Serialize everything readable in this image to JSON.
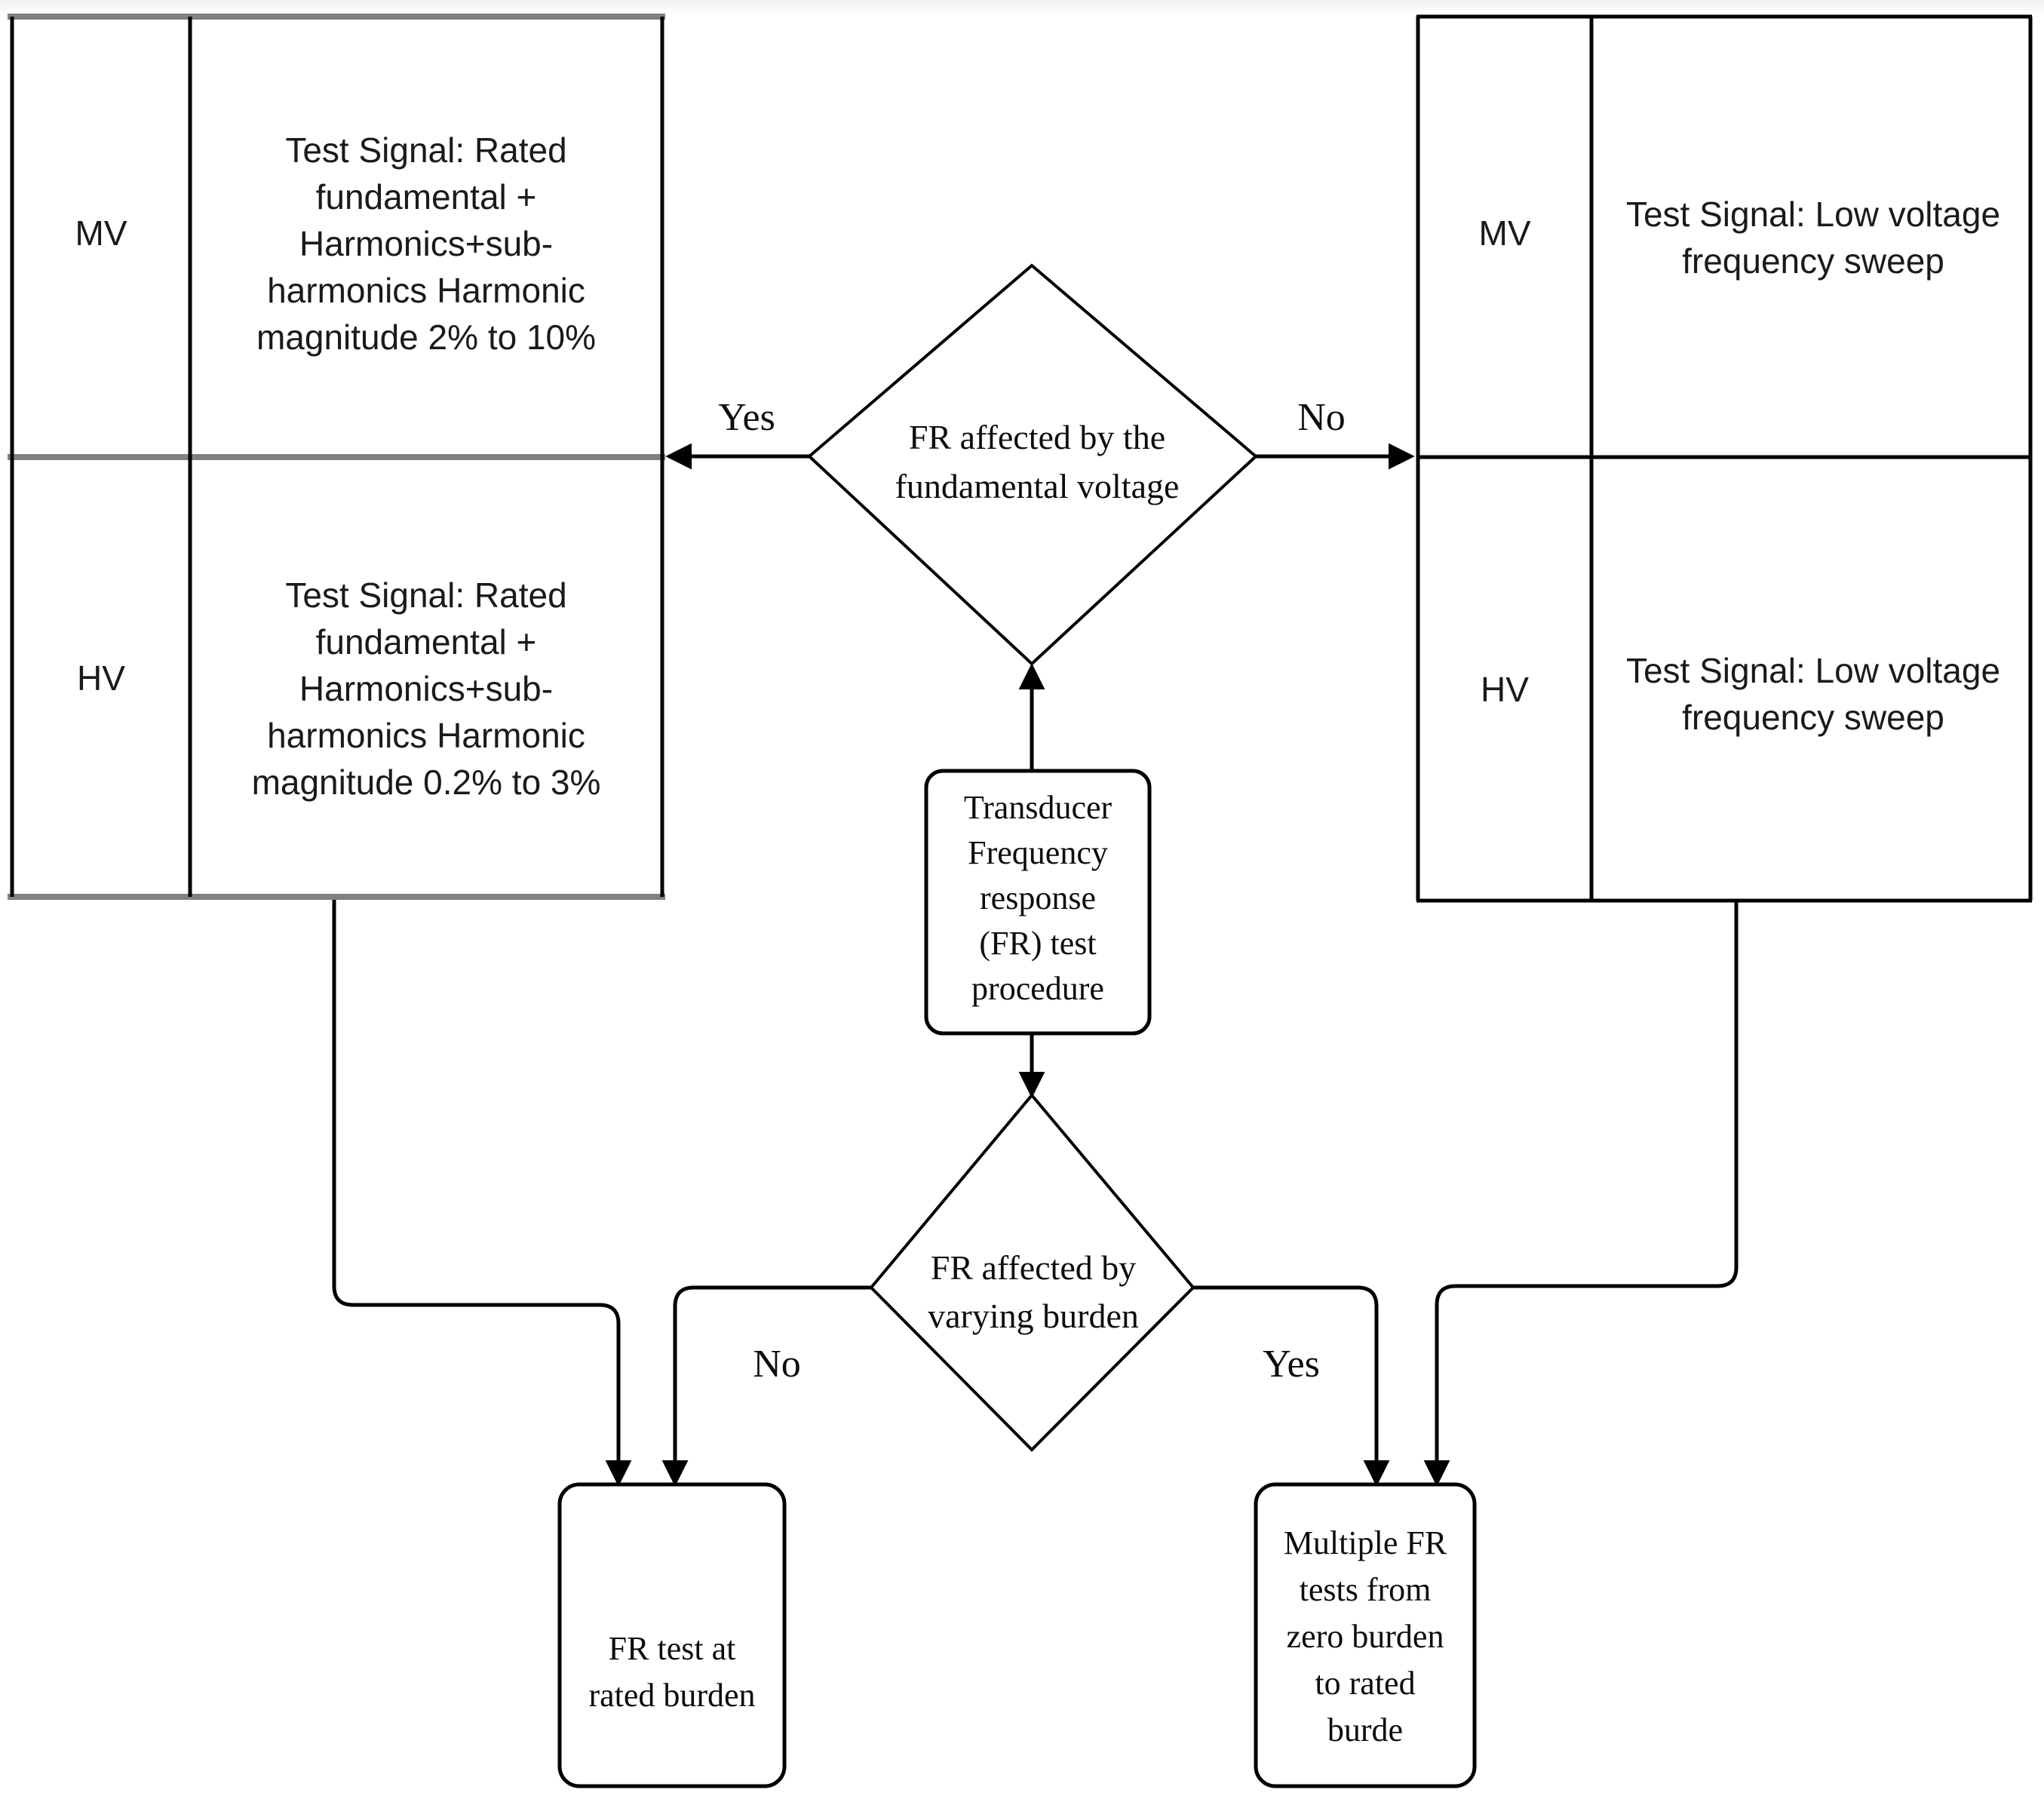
{
  "diagram": {
    "title": "Transducer Frequency response (FR) test procedure",
    "type": "flowchart",
    "colors": {
      "stroke": "#000000",
      "table_grid_gray": "#808080",
      "background": "#ffffff",
      "text": "#0d0d0d"
    }
  },
  "left_table": {
    "rows": [
      {
        "label": "MV",
        "lines": [
          "Test Signal: Rated",
          "fundamental +",
          "Harmonics+sub-",
          "harmonics Harmonic",
          "magnitude 2% to 10%"
        ]
      },
      {
        "label": "HV",
        "lines": [
          "Test Signal: Rated",
          "fundamental +",
          "Harmonics+sub-",
          "harmonics Harmonic",
          "magnitude 0.2% to 3%"
        ]
      }
    ]
  },
  "right_table": {
    "rows": [
      {
        "label": "MV",
        "lines": [
          "Test Signal: Low voltage",
          "frequency sweep"
        ]
      },
      {
        "label": "HV",
        "lines": [
          "Test Signal: Low voltage",
          "frequency sweep"
        ]
      }
    ]
  },
  "nodes": {
    "start": {
      "shape": "rounded-rect",
      "lines": [
        "Transducer",
        "Frequency",
        "response",
        "(FR) test",
        "procedure"
      ]
    },
    "decision_fundamental": {
      "shape": "diamond",
      "lines": [
        "FR affected by the",
        "fundamental voltage"
      ]
    },
    "decision_burden": {
      "shape": "diamond",
      "lines": [
        "FR affected by",
        "varying burden"
      ]
    },
    "fr_rated_burden": {
      "shape": "rounded-rect",
      "lines": [
        "FR test at",
        "rated burden"
      ]
    },
    "multiple_fr_tests": {
      "shape": "rounded-rect",
      "lines": [
        "Multiple FR",
        "tests from",
        "zero burden",
        "to rated",
        "burde"
      ]
    }
  },
  "edge_labels": {
    "fundamental_yes": "Yes",
    "fundamental_no": "No",
    "burden_no": "No",
    "burden_yes": "Yes"
  }
}
